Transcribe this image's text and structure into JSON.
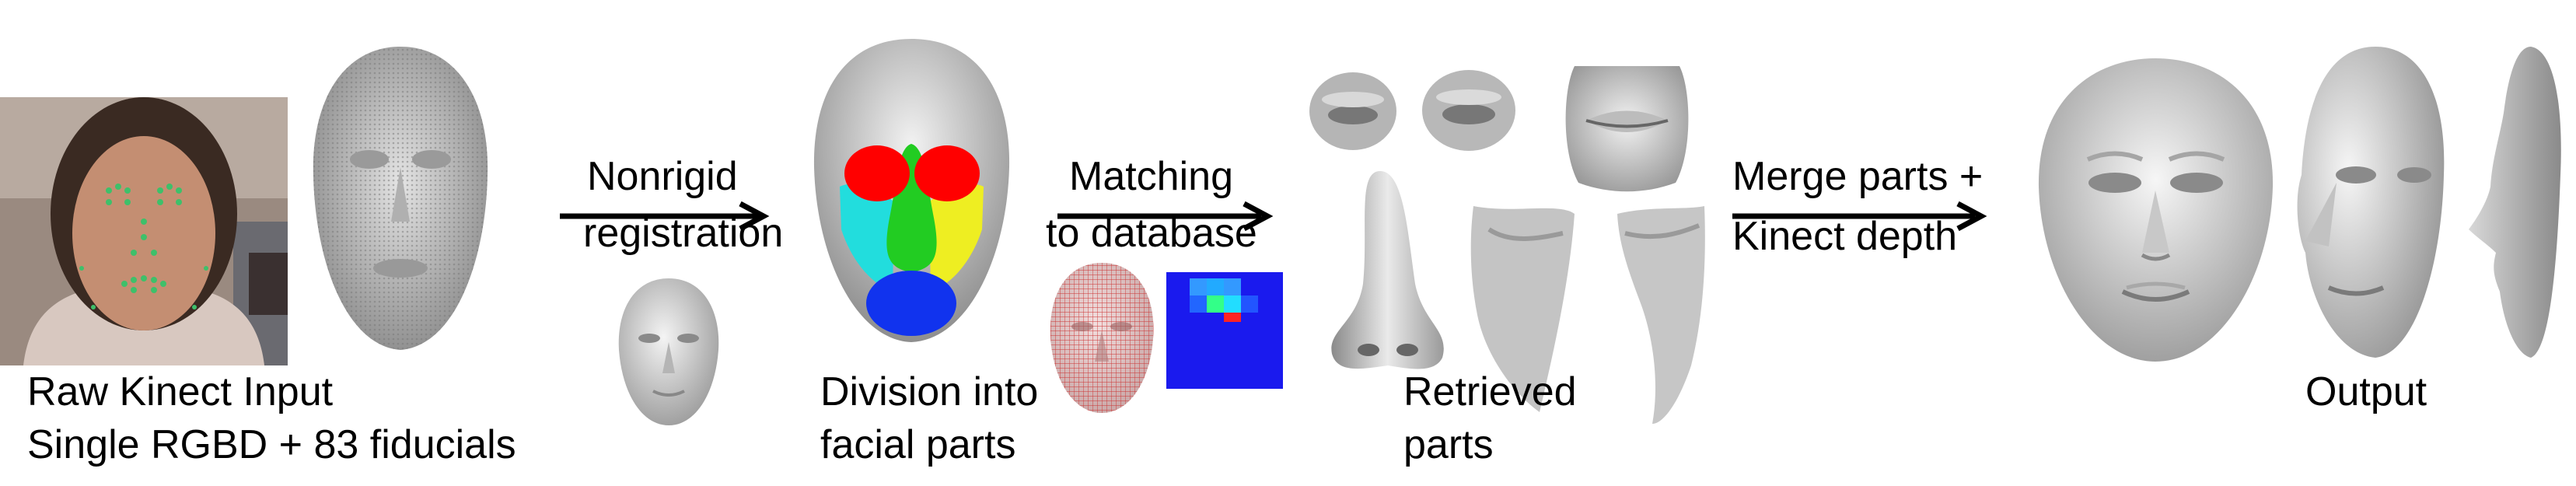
{
  "labels": {
    "raw_input_line1": "Raw Kinect Input",
    "raw_input_line2": "Single RGBD + 83 fiducials",
    "nonrigid_line1": "Nonrigid",
    "nonrigid_line2": "registration",
    "division_line1": "Division into",
    "division_line2": "facial parts",
    "matching_line1": "Matching",
    "matching_line2": "to database",
    "retrieved_line1": "Retrieved",
    "retrieved_line2": "parts",
    "merge_line1": "Merge parts +",
    "merge_line2": "Kinect depth",
    "output": "Output"
  },
  "colors": {
    "arrow": "#000000",
    "face_region_eye": "#ff0000",
    "face_region_nose": "#22cc22",
    "face_region_left_cheek": "#22dddd",
    "face_region_right_cheek": "#eeee22",
    "face_region_mouth": "#1133ee",
    "heatmap_bg": "#1a1aee",
    "mesh_gray": "#c8c8c8"
  }
}
